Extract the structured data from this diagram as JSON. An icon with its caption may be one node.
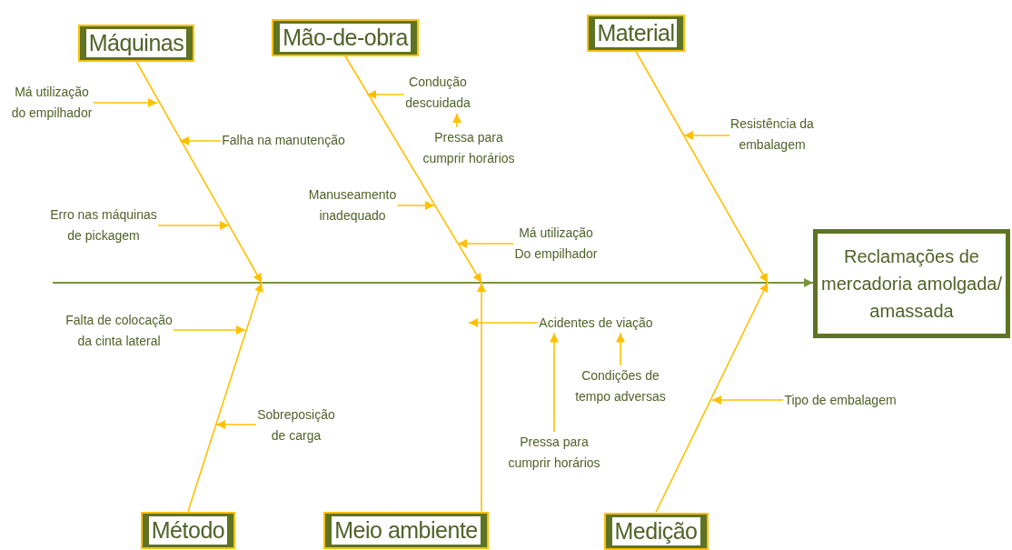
{
  "diagram": {
    "nodes": [
      {
        "text": [
          "Máquinas"
        ]
      },
      {
        "text": [
          "Mão-de-obra"
        ]
      },
      {
        "text": [
          "Material"
        ]
      },
      {
        "text": [
          "Método"
        ]
      },
      {
        "text": [
          "Meio ambiente"
        ]
      },
      {
        "text": [
          "Medição"
        ]
      },
      {
        "text": [
          "Reclamações de mercadoria amolgada/ amassada"
        ]
      },
      {
        "text": [
          "Má utilização do empilhador"
        ]
      },
      {
        "text": [
          "Falha na manutenção"
        ]
      },
      {
        "text": [
          "Erro nas máquinas de pickagem"
        ]
      },
      {
        "text": [
          "Condução descuidada"
        ]
      },
      {
        "text": [
          "Pressa para cumprir horários"
        ]
      },
      {
        "text": [
          "Manuseamento inadequado"
        ]
      },
      {
        "text": [
          "Má utilização Do empilhador"
        ]
      },
      {
        "text": [
          "Resistência da embalagem"
        ]
      },
      {
        "text": [
          "Falta de colocação da cinta lateral"
        ]
      },
      {
        "text": [
          "Sobreposição de carga"
        ]
      },
      {
        "text": [
          "Acidentes de viação"
        ]
      },
      {
        "text": [
          "Condições de tempo adversas"
        ]
      },
      {
        "text": [
          "Pressa para cumprir horários"
        ]
      },
      {
        "text": [
          "Tipo de embalagem"
        ]
      }
    ],
    "edges": [
      {
        "from": null,
        "to": 6,
        "arrow": "to",
        "color": "#77933c"
      },
      {
        "from": 0,
        "to": null,
        "arrow": "to"
      },
      {
        "from": 1,
        "to": null,
        "arrow": "to"
      },
      {
        "from": 2,
        "to": null,
        "arrow": "to"
      },
      {
        "from": 3,
        "to": null,
        "arrow": "to"
      },
      {
        "from": 4,
        "to": null,
        "arrow": "to"
      },
      {
        "from": 5,
        "to": null,
        "arrow": "to"
      },
      {
        "from": 7,
        "to": null,
        "arrow": "to"
      },
      {
        "from": 8,
        "to": null,
        "arrow": "to"
      },
      {
        "from": 9,
        "to": null,
        "arrow": "to"
      },
      {
        "from": 10,
        "to": null,
        "arrow": "to"
      },
      {
        "from": 11,
        "to": 10,
        "arrow": "to"
      },
      {
        "from": 12,
        "to": null,
        "arrow": "to"
      },
      {
        "from": 13,
        "to": null,
        "arrow": "to"
      },
      {
        "from": 14,
        "to": null,
        "arrow": "to"
      },
      {
        "from": 15,
        "to": null,
        "arrow": "to"
      },
      {
        "from": 16,
        "to": null,
        "arrow": "to"
      },
      {
        "from": 17,
        "to": null,
        "arrow": "to"
      },
      {
        "from": 18,
        "to": 17,
        "arrow": "to"
      },
      {
        "from": 19,
        "to": 17,
        "arrow": "to"
      },
      {
        "from": 20,
        "to": null,
        "arrow": "to"
      }
    ]
  }
}
